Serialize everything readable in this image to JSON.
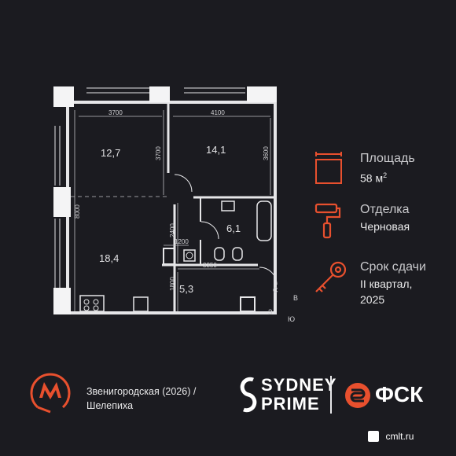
{
  "plan": {
    "rooms": [
      {
        "id": "room-1",
        "area": "12,7"
      },
      {
        "id": "room-2",
        "area": "14,1"
      },
      {
        "id": "room-3",
        "area": "18,4"
      },
      {
        "id": "bath",
        "area": "6,1"
      },
      {
        "id": "hall",
        "area": "5,3"
      }
    ],
    "dims": {
      "d3700h": "3700",
      "d4100": "4100",
      "d3700v": "3700",
      "d3600": "3600",
      "d8000": "8000",
      "d2400": "2400",
      "d1200": "1200",
      "d3350": "3350",
      "d1800": "1800"
    },
    "compass": {
      "s": "С",
      "v": "В",
      "z": "З",
      "yu": "Ю"
    }
  },
  "info": {
    "area_label": "Площадь",
    "area_value": "58 м",
    "area_unit_sup": "2",
    "finish_label": "Отделка",
    "finish_value": "Черновая",
    "term_label": "Срок сдачи",
    "term_value_line1": "II квартал,",
    "term_value_line2": "2025"
  },
  "footer": {
    "metro_line1": "Звенигородская (2026) /",
    "metro_line2": "Шелепиха",
    "sydney_line1": "SYDNEY",
    "sydney_line2": "PRIME",
    "fsk": "ФСК",
    "watermark": "cmlt.ru"
  },
  "colors": {
    "accent": "#e8502e",
    "background": "#1b1b20"
  }
}
